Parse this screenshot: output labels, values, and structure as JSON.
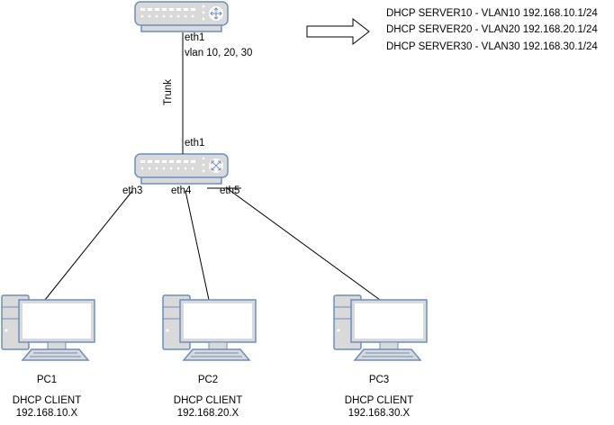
{
  "router": {
    "icon": "router-icon",
    "port_label": "eth1",
    "vlan_label": "vlan 10, 20, 30"
  },
  "trunk_label": "Trunk",
  "switch": {
    "icon": "switch-icon",
    "uplink_label": "eth1",
    "ports": [
      "eth3",
      "eth4",
      "eth5"
    ]
  },
  "dhcp_servers": [
    "DHCP SERVER10 - VLAN10 192.168.10.1/24",
    "DHCP SERVER20 - VLAN20 192.168.20.1/24",
    "DHCP SERVER30 - VLAN30 192.168.30.1/24"
  ],
  "pcs": [
    {
      "name": "PC1",
      "role": "DHCP CLIENT",
      "ip": "192.168.10.X"
    },
    {
      "name": "PC2",
      "role": "DHCP CLIENT",
      "ip": "192.168.20.X"
    },
    {
      "name": "PC3",
      "role": "DHCP CLIENT",
      "ip": "192.168.30.X"
    }
  ],
  "colors": {
    "device_fill": "#d9d9d9",
    "device_stroke": "#6c8ebf",
    "line": "#000000"
  }
}
